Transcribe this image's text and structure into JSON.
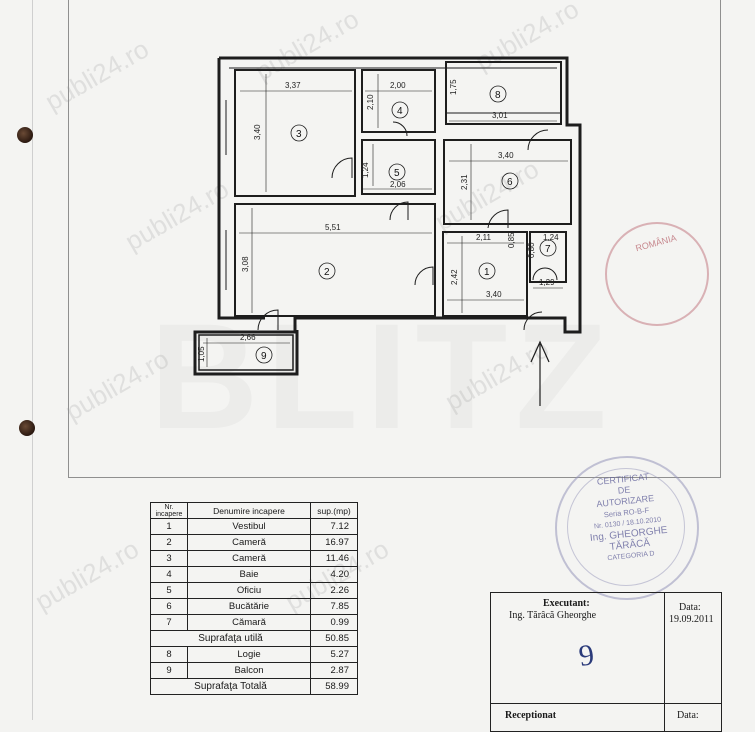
{
  "watermark": {
    "site": "publi24.ro",
    "brand": "BLITZ"
  },
  "plan": {
    "dimensions": [
      "3,37",
      "3,40",
      "2,00",
      "2,10",
      "1,75",
      "3,01",
      "1,24",
      "2,06",
      "3,40",
      "2,31",
      "5,51",
      "3,08",
      "2,11",
      "0,85",
      "0,80",
      "1,24",
      "2,42",
      "3,40",
      "1,29",
      "2,66",
      "1,05"
    ],
    "rooms": [
      "1",
      "2",
      "3",
      "4",
      "5",
      "6",
      "7",
      "8",
      "9"
    ]
  },
  "table": {
    "headers": {
      "nr": "Nr. incapere",
      "name": "Denumire incapere",
      "area": "sup.(mp)"
    },
    "rows": [
      {
        "nr": "1",
        "name": "Vestibul",
        "area": "7.12"
      },
      {
        "nr": "2",
        "name": "Cameră",
        "area": "16.97"
      },
      {
        "nr": "3",
        "name": "Cameră",
        "area": "11.46"
      },
      {
        "nr": "4",
        "name": "Baie",
        "area": "4.20"
      },
      {
        "nr": "5",
        "name": "Oficiu",
        "area": "2.26"
      },
      {
        "nr": "6",
        "name": "Bucătărie",
        "area": "7.85"
      },
      {
        "nr": "7",
        "name": "Cămară",
        "area": "0.99"
      }
    ],
    "util": {
      "label": "Suprafaţa utilă",
      "area": "50.85"
    },
    "extra": [
      {
        "nr": "8",
        "name": "Logie",
        "area": "5.27"
      },
      {
        "nr": "9",
        "name": "Balcon",
        "area": "2.87"
      }
    ],
    "total": {
      "label": "Suprafaţa Totală",
      "area": "58.99"
    }
  },
  "executant": {
    "label": "Executant:",
    "name": "Ing. Tărâcă Gheorghe",
    "date_label": "Data:",
    "date": "19.09.2011",
    "signature": "9",
    "receptionat": "Receptionat",
    "receptionat_date_label": "Data:"
  },
  "stamps": {
    "cert": [
      "CERTIFICAT",
      "DE",
      "AUTORIZARE",
      "Seria RO-B-F",
      "Nr. 0130 / 18.10.2010",
      "Ing. GHEORGHE",
      "TĂRÂCĂ",
      "CATEGORIA D"
    ],
    "romania": "ROMÂNIA"
  }
}
